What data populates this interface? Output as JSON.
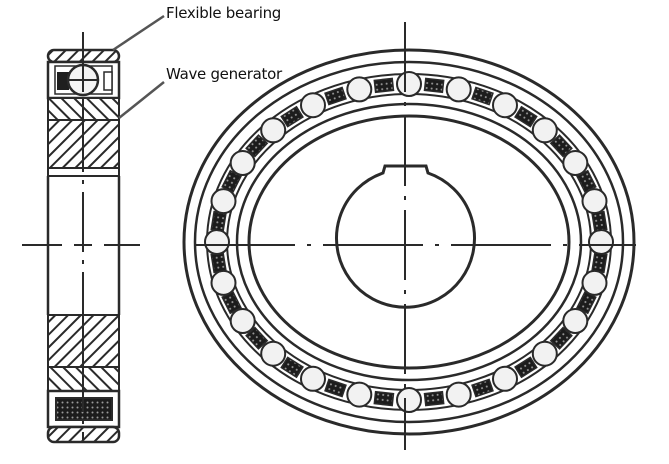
{
  "diagram": {
    "title": "",
    "labels": {
      "flexible_bearing": "Flexible bearing",
      "wave_generator": "Wave generator"
    },
    "views": [
      {
        "name": "side-section-view",
        "description": "Cross-section of wave generator with flexible bearing"
      },
      {
        "name": "front-view",
        "description": "Elliptical wave generator with flexible ball bearing and keyed bore"
      }
    ],
    "colors": {
      "line": "#2a2a2a",
      "background": "#ffffff",
      "ball_fill": "#f2f2f2"
    }
  }
}
